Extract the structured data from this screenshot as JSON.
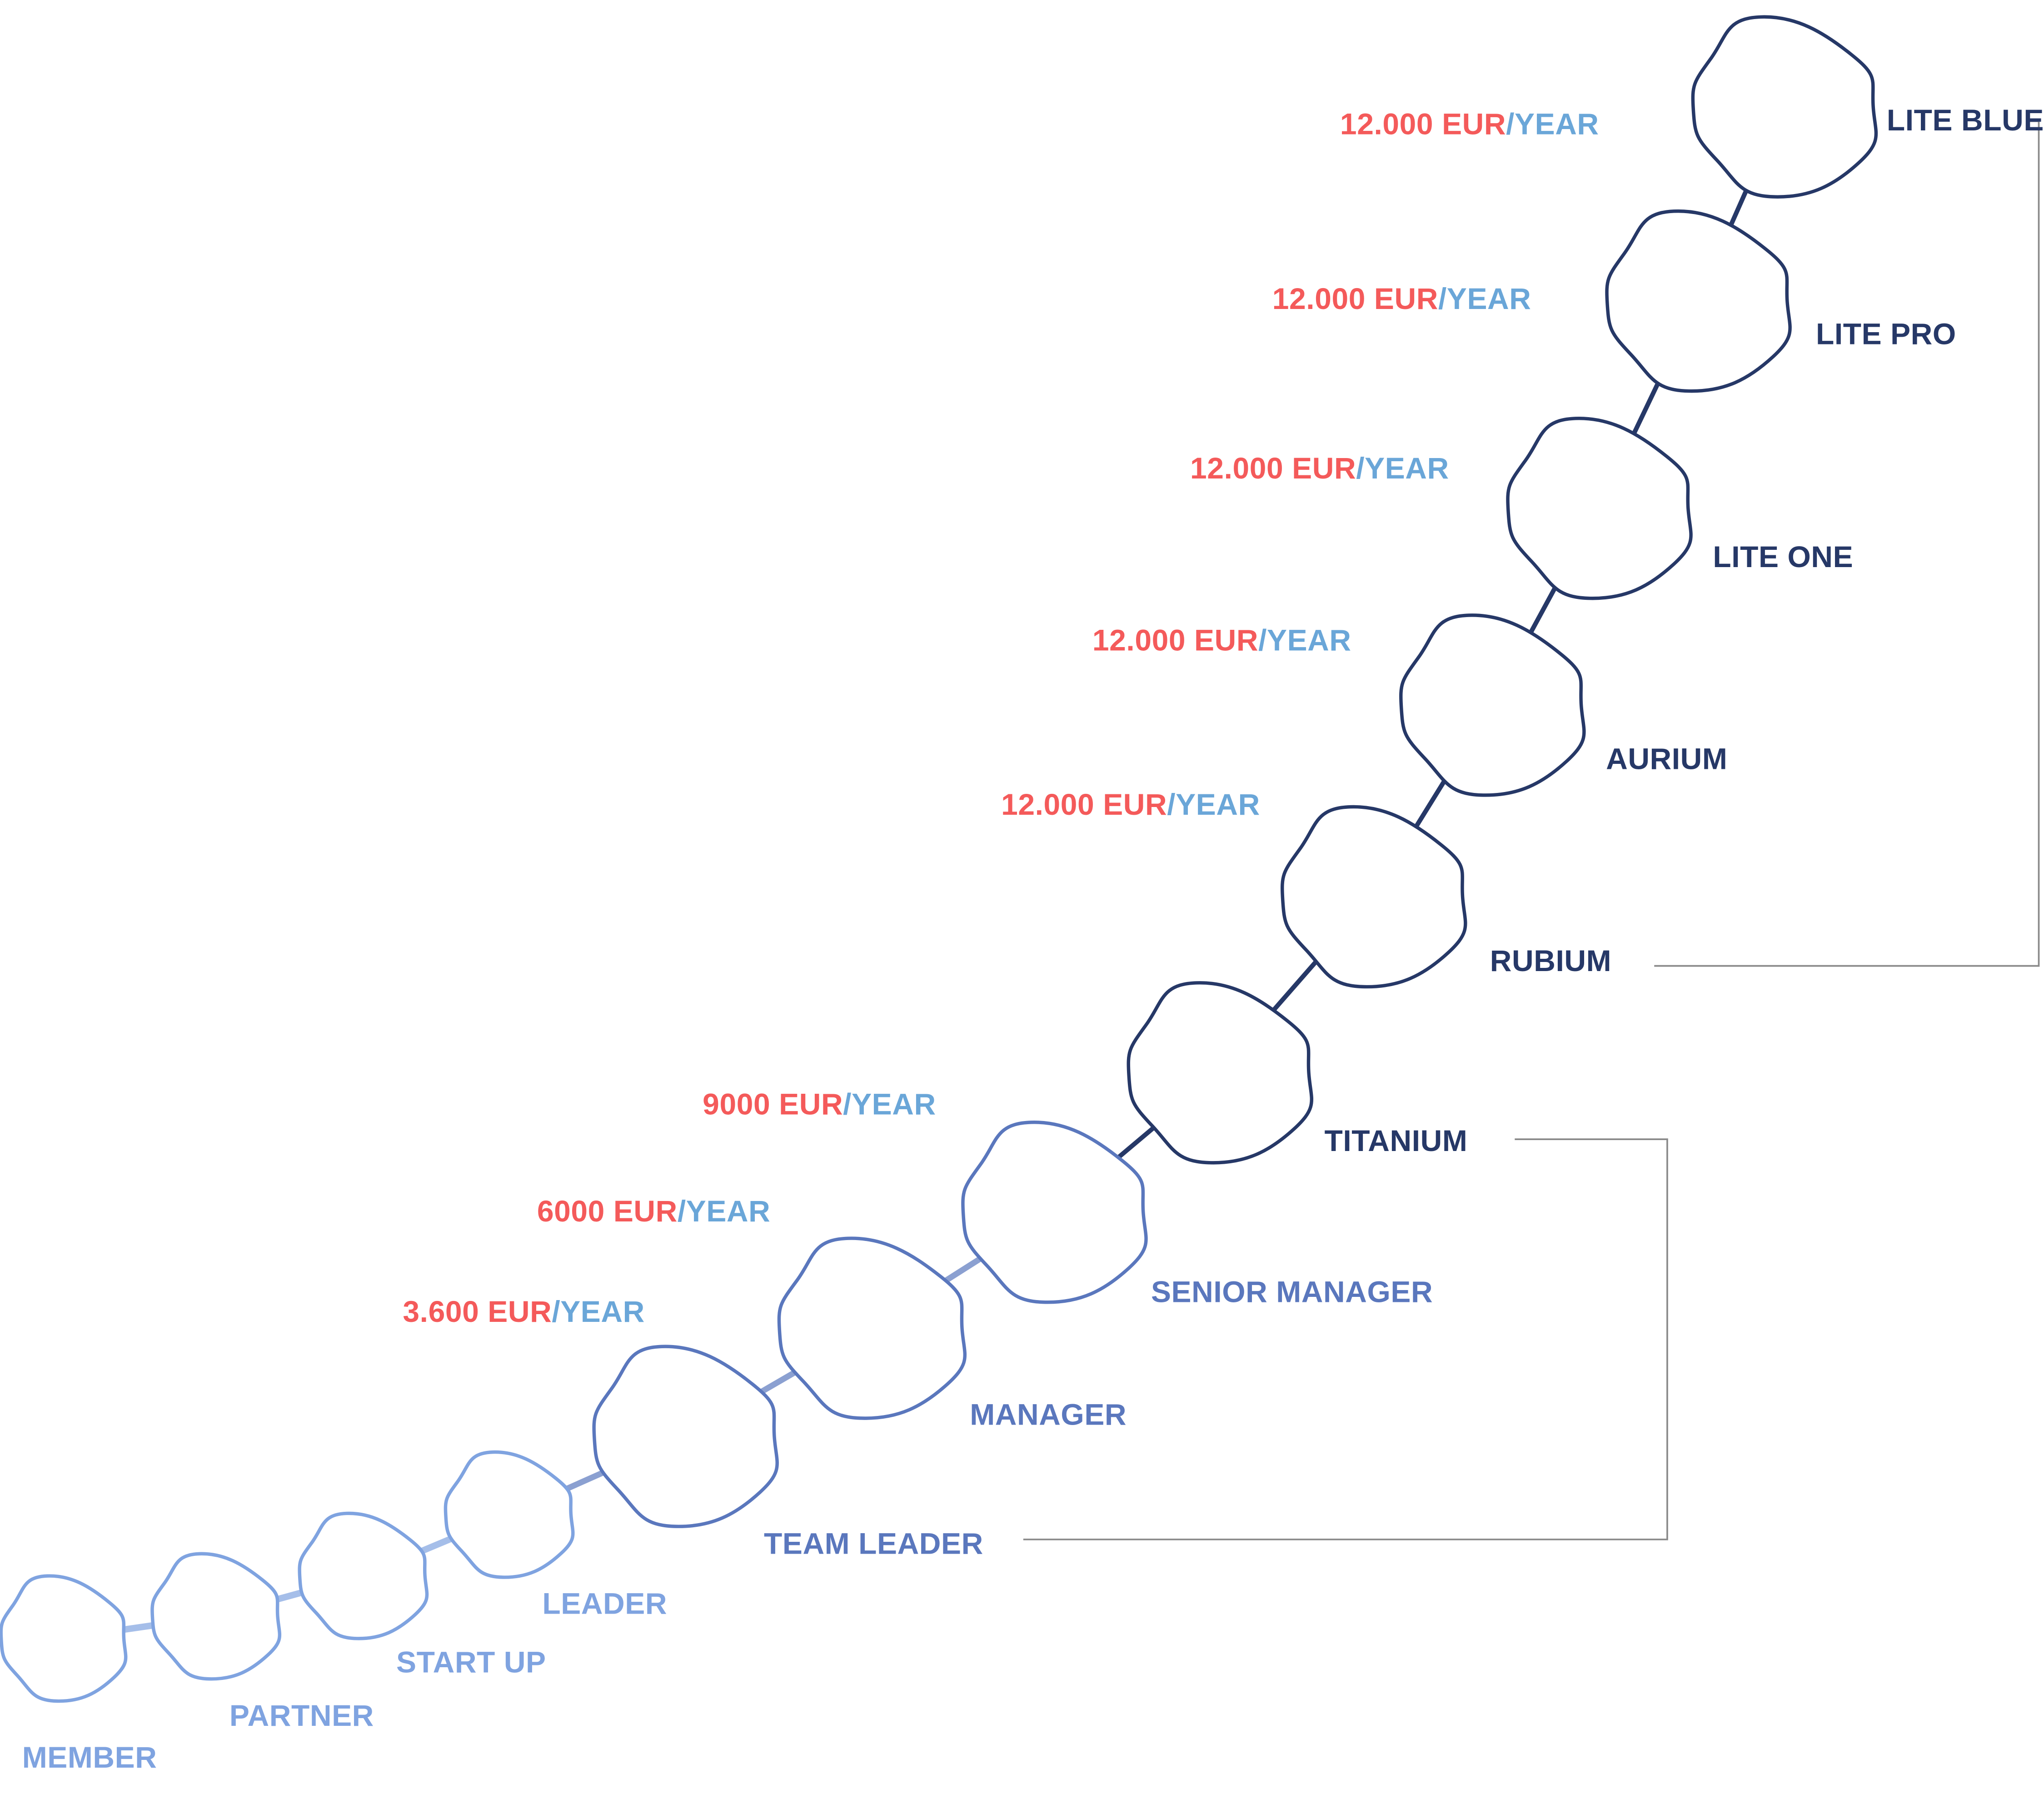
{
  "colors": {
    "light": "#7fa3e0",
    "mid": "#5a77bd",
    "dark": "#263867",
    "price_amount": "#f45a5a",
    "price_unit": "#6aa6d8",
    "bracket": "#8a8a8a"
  },
  "levels": [
    {
      "label": "MEMBER",
      "tier": 0
    },
    {
      "label": "PARTNER",
      "tier": 1
    },
    {
      "label": "START UP",
      "tier": 2
    },
    {
      "label": "LEADER",
      "tier": 3
    },
    {
      "label": "TEAM LEADER",
      "tier": 4,
      "price": "3.600 EUR",
      "unit": "/YEAR"
    },
    {
      "label": "MANAGER",
      "tier": 5,
      "price": "6000 EUR",
      "unit": "/YEAR"
    },
    {
      "label": "SENIOR MANAGER",
      "tier": 6,
      "price": "9000 EUR",
      "unit": "/YEAR"
    },
    {
      "label": "TITANIUM",
      "tier": 7
    },
    {
      "label": "RUBIUM",
      "tier": 8,
      "price": "12.000 EUR",
      "unit": "/YEAR"
    },
    {
      "label": "AURIUM",
      "tier": 9,
      "price": "12.000 EUR",
      "unit": "/YEAR"
    },
    {
      "label": "LITE ONE",
      "tier": 10,
      "price": "12.000 EUR",
      "unit": "/YEAR"
    },
    {
      "label": "LITE PRO",
      "tier": 11,
      "price": "12.000 EUR",
      "unit": "/YEAR"
    },
    {
      "label": "LITE BLUE",
      "tier": 12,
      "price": "12.000 EUR",
      "unit": "/YEAR"
    }
  ]
}
